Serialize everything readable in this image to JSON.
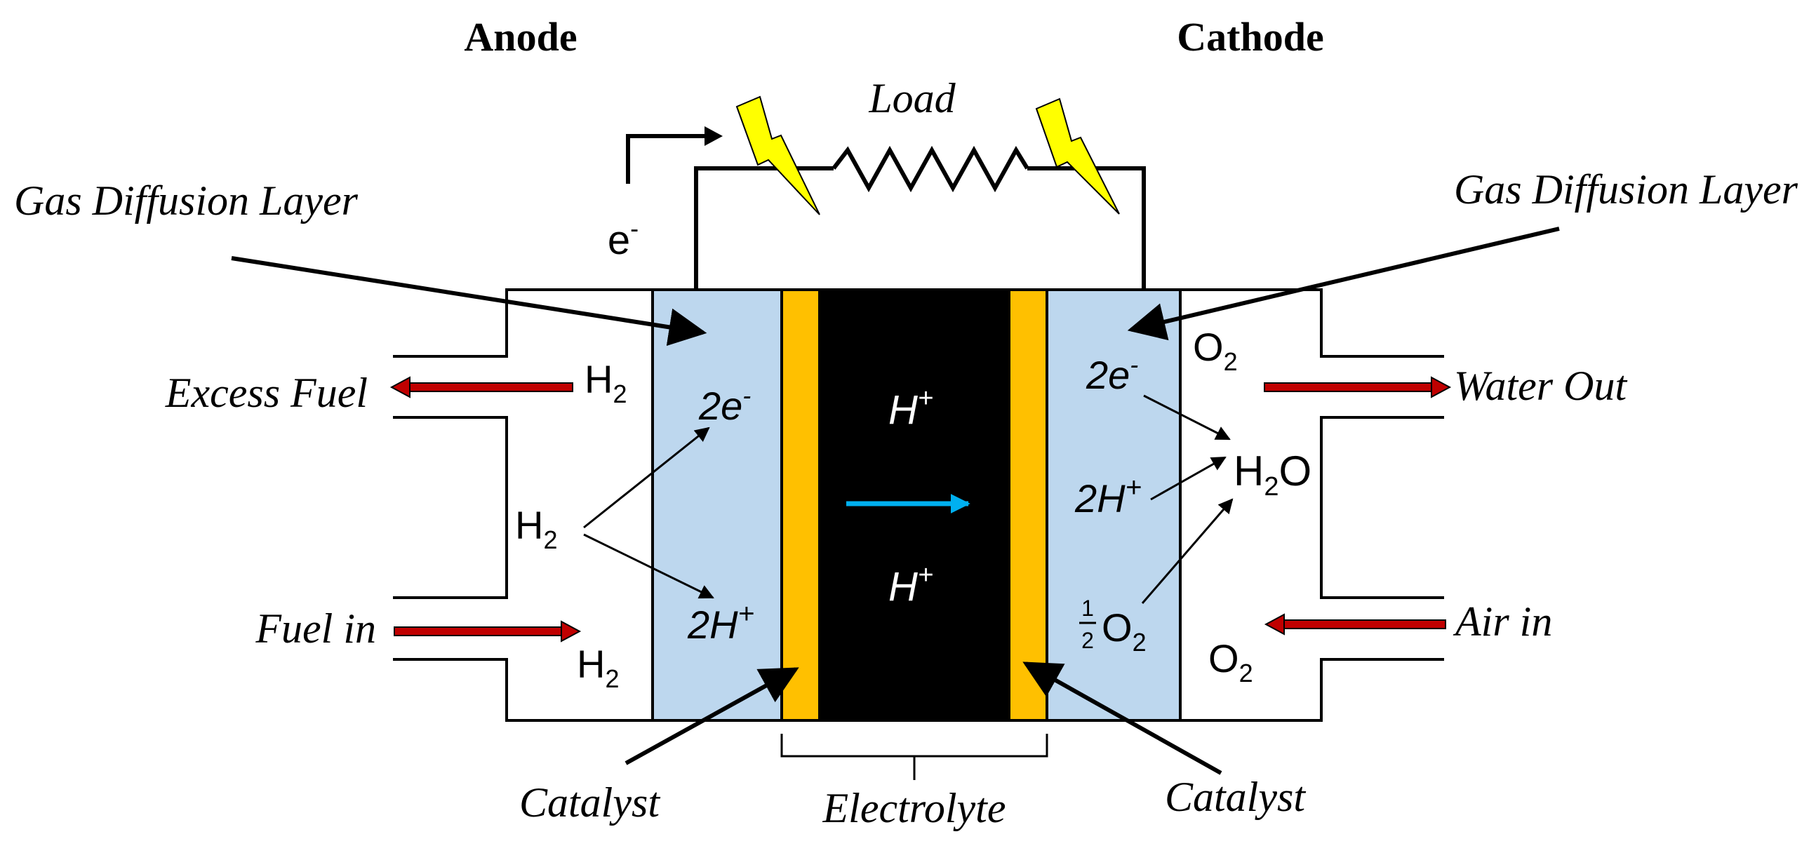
{
  "headers": {
    "anode": "Anode",
    "cathode": "Cathode"
  },
  "load_label": "Load",
  "electron_label": {
    "base": "e",
    "sup": "-"
  },
  "gdl_left": "Gas Diffusion Layer",
  "gdl_right": "Gas Diffusion Layer",
  "excess_fuel": "Excess Fuel",
  "fuel_in": "Fuel in",
  "water_out": "Water Out",
  "air_in": "Air in",
  "catalyst_left": "Catalyst",
  "catalyst_right": "Catalyst",
  "electrolyte": "Electrolyte",
  "anode_species": {
    "h2_top": {
      "base": "H",
      "sub": "2"
    },
    "h2_mid": {
      "base": "H",
      "sub": "2"
    },
    "h2_bottom": {
      "base": "H",
      "sub": "2"
    },
    "two_e": {
      "base": "2e",
      "sup": "-"
    },
    "two_h": {
      "base": "2H",
      "sup": "+"
    }
  },
  "membrane_species": {
    "h_top": {
      "base": "H",
      "sup": "+"
    },
    "h_bottom": {
      "base": "H",
      "sup": "+"
    }
  },
  "cathode_species": {
    "o2_top": {
      "base": "O",
      "sub": "2"
    },
    "o2_bottom": {
      "base": "O",
      "sub": "2"
    },
    "two_e": {
      "base": "2e",
      "sup": "-"
    },
    "two_h": {
      "base": "2H",
      "sup": "+"
    },
    "h2o": {
      "pre": "H",
      "sub": "2",
      "post": "O"
    },
    "half_o2": {
      "num": "1",
      "den": "2",
      "base": "O",
      "sub": "2"
    }
  },
  "colors": {
    "gdl_fill": "#bdd7ee",
    "catalyst_fill": "#ffc000",
    "electrolyte_fill": "#000000",
    "proton_arrow": "#00b0f0",
    "flow_arrow_fill": "#c00000",
    "lightning_fill": "#ffff00"
  }
}
